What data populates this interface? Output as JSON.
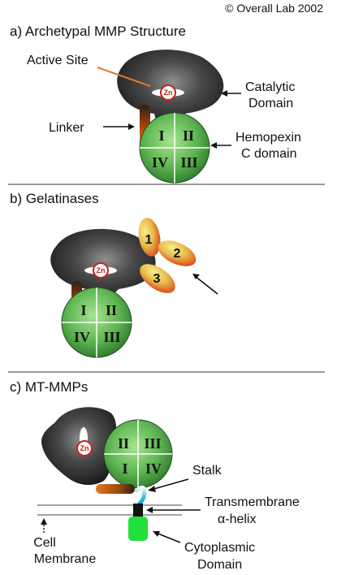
{
  "copyright": "© Overall Lab 2002",
  "panel_a": {
    "title": "a) Archetypal MMP Structure",
    "active_site": "Active Site",
    "catalytic_line1": "Catalytic",
    "catalytic_line2": "Domain",
    "linker": "Linker",
    "hemopexin_line1": "Hemopexin",
    "hemopexin_line2": "C domain",
    "zn": "Zn",
    "blades": [
      "I",
      "II",
      "IV",
      "III"
    ]
  },
  "panel_b": {
    "title": "b) Gelatinases",
    "zn": "Zn",
    "modules": [
      "1",
      "2",
      "3"
    ],
    "blades": [
      "I",
      "II",
      "IV",
      "III"
    ]
  },
  "panel_c": {
    "title": "c) MT-MMPs",
    "zn": "Zn",
    "stalk": "Stalk",
    "tm_line1": "Transmembrane",
    "tm_line2": "α-helix",
    "cell_line1": "Cell",
    "cell_line2": "Membrane",
    "cyto_line1": "Cytoplasmic",
    "cyto_line2": "Domain",
    "blades": [
      "II",
      "III",
      "I",
      "IV"
    ]
  },
  "colors": {
    "catalytic_dark": "#1f1f1f",
    "catalytic_light": "#8a8a8a",
    "hemopexin_green": "#3f9c3f",
    "hemopexin_light": "#9fe08f",
    "linker_dark": "#2a1f14",
    "linker_orange": "#e06a10",
    "fibronectin_yellow": "#f1e66a",
    "fibronectin_red": "#d8401a",
    "zn_red": "#c8201c",
    "stalk_cyan": "#3ec2e8",
    "tm_black": "#111111",
    "cyto_green": "#22e03a",
    "active_site_arrow": "#e07a2a"
  }
}
